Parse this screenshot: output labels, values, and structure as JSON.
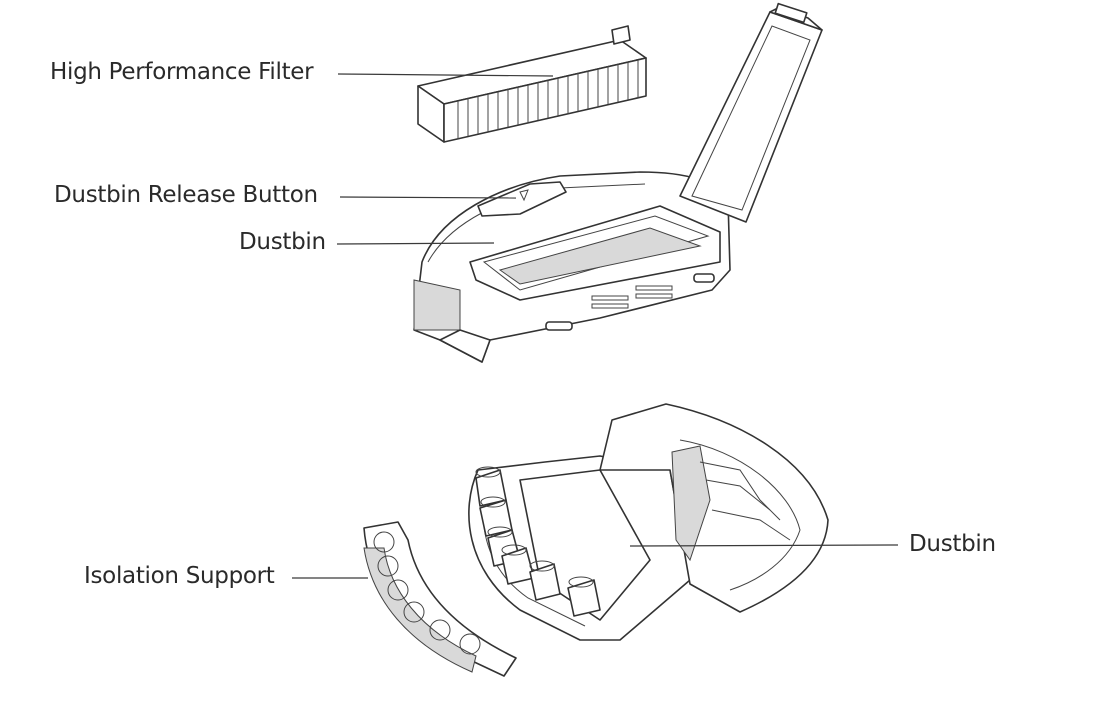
{
  "labels": {
    "filter": "High Performance Filter",
    "release_button": "Dustbin Release Button",
    "dustbin_top": "Dustbin",
    "isolation_support": "Isolation Support",
    "dustbin_bottom": "Dustbin"
  }
}
